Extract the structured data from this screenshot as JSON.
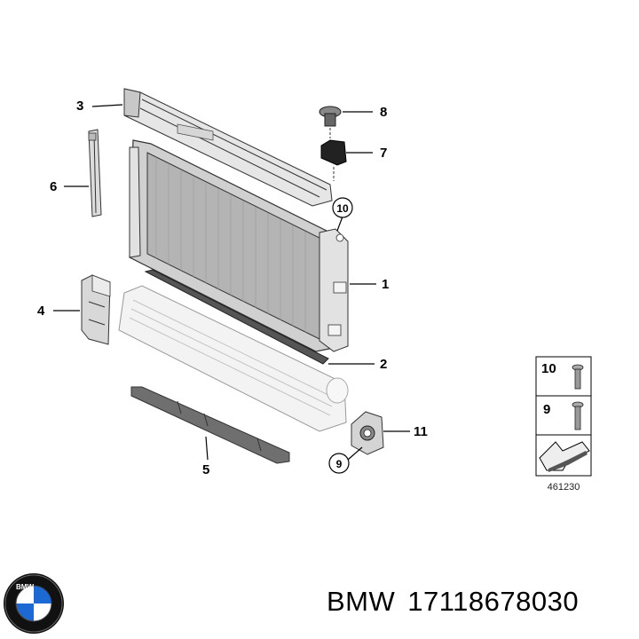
{
  "callouts": {
    "c1": "1",
    "c2": "2",
    "c3": "3",
    "c4": "4",
    "c5": "5",
    "c6": "6",
    "c7": "7",
    "c8": "8",
    "c9": "9",
    "c10": "10",
    "c11": "11"
  },
  "legend": {
    "row1_number": "10",
    "row2_number": "9",
    "drawing_code": "461230"
  },
  "brand": {
    "logo_letters": "BMW",
    "name": "BMW",
    "part_number": "17118678030"
  },
  "colors": {
    "line": "#333333",
    "part_fill": "#f2f2f2",
    "part_shade": "#bdbdbd",
    "logo_blue": "#1c69d4"
  }
}
